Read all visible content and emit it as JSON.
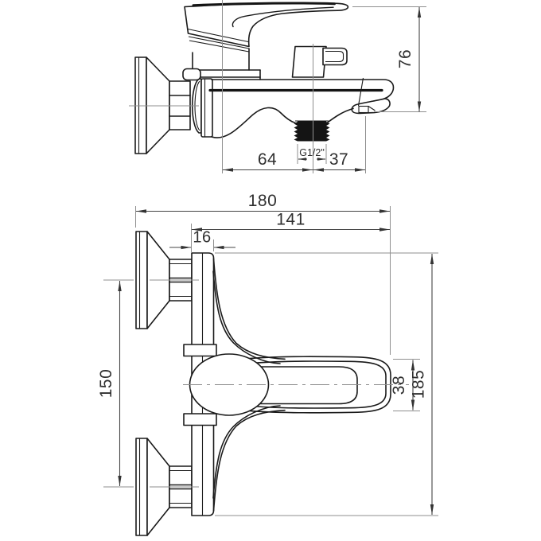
{
  "colors": {
    "background": "#ffffff",
    "outline": "#1a1a1a",
    "dimension_lines": "#444444",
    "extension_lines": "#8f8f8f",
    "thread_fill": "#141414"
  },
  "dimensions": {
    "side_view": {
      "height": "76",
      "center_to_outlet": "64",
      "outlet_to_spout_tip": "37",
      "thread": "G1/2\""
    },
    "top_view": {
      "overall_depth": "180",
      "body_depth": "141",
      "wall_plate_depth": "16",
      "inlet_spacing": "150",
      "handle_width": "38",
      "body_height": "185"
    }
  }
}
